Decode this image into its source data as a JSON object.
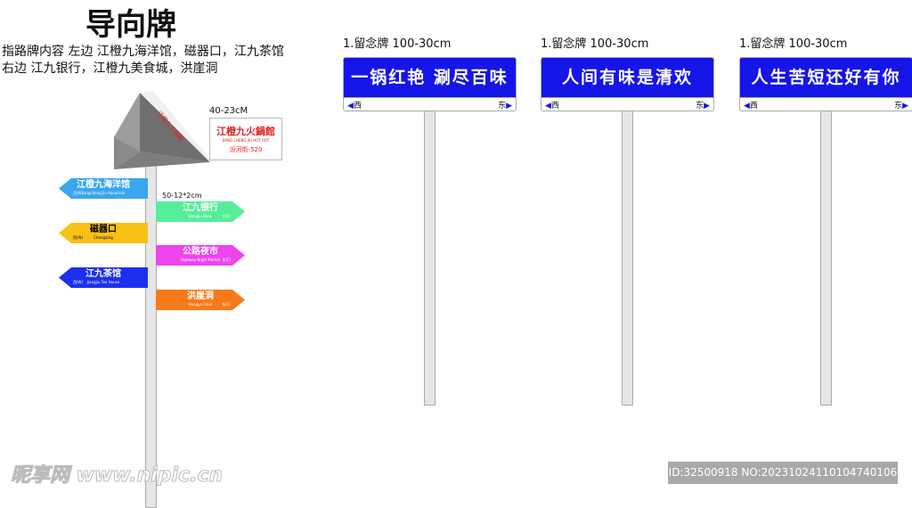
{
  "title": "导向牌",
  "description": [
    "指路牌内容 左边 江橙九海洋馆，磁器口，江九茶馆",
    "右边 江九银行，江橙九美食城，洪崖洞"
  ],
  "top_sign": {
    "size": "40-23cM",
    "name": "江橙九火鍋館",
    "english": "JIANG CHENG JIU HOT POT",
    "address": "汾河街-520"
  },
  "arrow_size": "50-12*2cm",
  "arrows": [
    {
      "zh": "江橙九海洋馆",
      "en": "Jiangcheng Jiu Aquarium",
      "dir": "西(W)",
      "color": "#3aa6f0",
      "side": "left"
    },
    {
      "zh": "江九银行",
      "en": "Jiangjiu Bank",
      "dir": "东(E)",
      "color": "#55ee99",
      "side": "right"
    },
    {
      "zh": "磁器口",
      "en": "Chongqing",
      "dir": "西(W)",
      "color": "#f8c116",
      "side": "left"
    },
    {
      "zh": "公路夜市",
      "en": "Highway Night Market",
      "dir": "东(E)",
      "color": "#ee44ee",
      "side": "right"
    },
    {
      "zh": "江九茶馆",
      "en": "Jiangjiu Tea House",
      "dir": "西(W)",
      "color": "#1d2ff0",
      "side": "left"
    },
    {
      "zh": "洪崖洞",
      "en": "Hongya Cave",
      "dir": "东(E)",
      "color": "#f77a1a",
      "side": "right"
    }
  ],
  "signs": [
    {
      "label": "1.留念牌 100-30cm",
      "text": "一锅红艳  涮尽百味",
      "west": "西",
      "east": "东"
    },
    {
      "label": "1.留念牌 100-30cm",
      "text": "人间有味是清欢",
      "west": "西",
      "east": "东"
    },
    {
      "label": "1.留念牌 100-30cm",
      "text": "人生苦短还好有你",
      "west": "西",
      "east": "东"
    }
  ],
  "watermark": {
    "logo": "昵享网 www.nipic.cn",
    "id": "ID:32500918 NO:20231024110104740106"
  }
}
